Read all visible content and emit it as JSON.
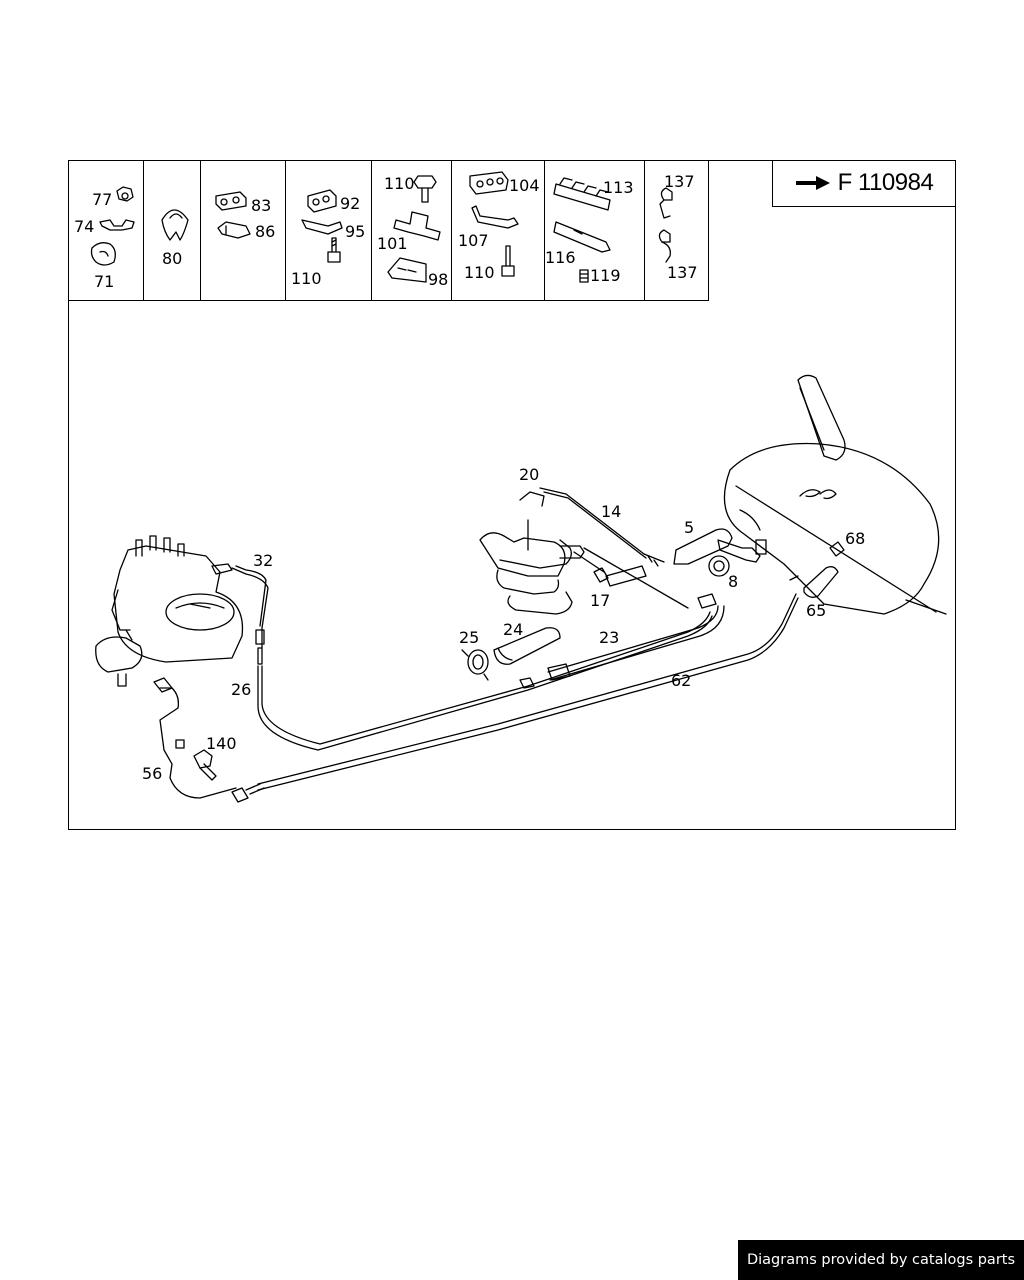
{
  "ref_box": {
    "text": "F 110984"
  },
  "header_labels": [
    "77",
    "74",
    "71",
    "80",
    "83",
    "86",
    "92",
    "95",
    "110",
    "110",
    "101",
    "98",
    "104",
    "107",
    "110",
    "113",
    "116",
    "119",
    "137",
    "137"
  ],
  "main_labels": [
    "20",
    "14",
    "5",
    "68",
    "8",
    "65",
    "32",
    "17",
    "25",
    "24",
    "23",
    "26",
    "62",
    "140",
    "56"
  ],
  "credit": "Diagrams provided by catalogs parts"
}
